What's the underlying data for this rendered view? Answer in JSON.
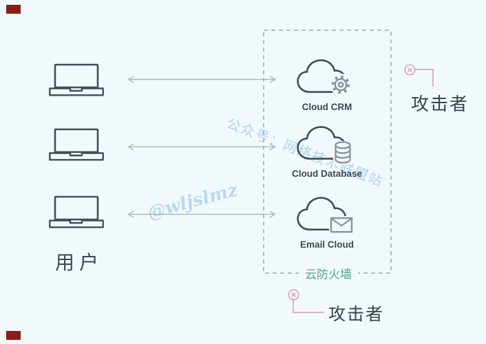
{
  "diagram": {
    "background_color": "#f2f9fc",
    "outline_color": "#414d57",
    "accessory_color": "#87919a",
    "arrow_color": "#a8bcb6",
    "users": {
      "label": "用户",
      "device_count": 3
    },
    "firewall_box": {
      "label": "云防火墙",
      "label_color": "#4aa58e",
      "border_color": "#9ba7ae",
      "border_style": "dashed"
    },
    "services": [
      {
        "name": "Cloud CRM",
        "icon": "cloud-gear-icon"
      },
      {
        "name": "Cloud Database",
        "icon": "cloud-database-icon"
      },
      {
        "name": "Email Cloud",
        "icon": "cloud-email-icon"
      }
    ],
    "attackers": {
      "accent_color": "#d99ca7",
      "top_right": {
        "label": "攻击者",
        "status": "blocked"
      },
      "bottom": {
        "label": "攻击者",
        "status": "blocked"
      }
    },
    "watermarks": {
      "channel": "公众号：网络技术联盟站",
      "handle": "@wljslmz"
    },
    "corner_mark_color": "#8a1e16"
  }
}
